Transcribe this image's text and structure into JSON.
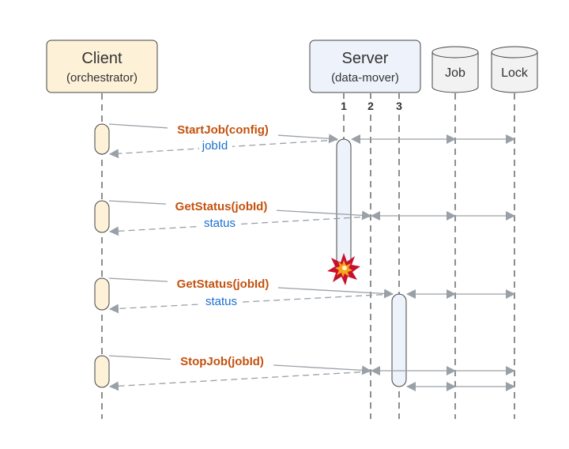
{
  "participants": [
    {
      "id": "client",
      "title": "Client",
      "subtitle": "(orchestrator)",
      "kind": "box",
      "fill": "#fdf1d8"
    },
    {
      "id": "server",
      "title": "Server",
      "subtitle": "(data-mover)",
      "kind": "box",
      "fill": "#eef3fb",
      "instances": [
        "1",
        "2",
        "3"
      ]
    },
    {
      "id": "job",
      "title": "Job",
      "kind": "database",
      "fill": "#f2f2f2"
    },
    {
      "id": "lock",
      "title": "Lock",
      "kind": "database",
      "fill": "#f2f2f2"
    }
  ],
  "messages": [
    {
      "call": "StartJob(config)",
      "reply": "jobId",
      "target_instance": "1"
    },
    {
      "call": "GetStatus(jobId)",
      "reply": "status",
      "target_instance": "2"
    },
    {
      "call": "GetStatus(jobId)",
      "reply": "status",
      "target_instance": "3"
    },
    {
      "call": "StopJob(jobId)",
      "reply": "",
      "target_instance": "2"
    }
  ],
  "events": [
    {
      "type": "crash",
      "instance": "1",
      "icon": "explosion-icon"
    }
  ],
  "colors": {
    "call_text": "#c4520f",
    "reply_text": "#1a6fd1",
    "arrow": "#9aa0a8",
    "lifeline": "#444444"
  }
}
